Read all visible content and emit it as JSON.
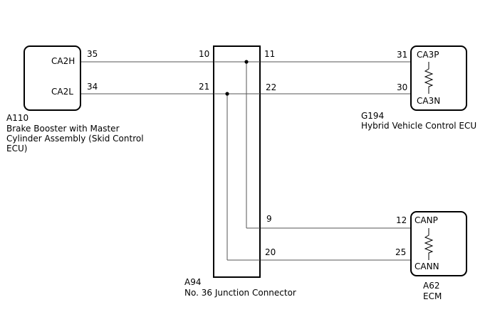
{
  "components": {
    "a110": {
      "code": "A110",
      "name_lines": [
        "Brake Booster with Master",
        "Cylinder Assembly (Skid Control",
        "ECU)"
      ],
      "pins": {
        "high": "CA2H",
        "low": "CA2L"
      },
      "pin_numbers": {
        "high": "35",
        "low": "34"
      }
    },
    "a94": {
      "code": "A94",
      "name": "No. 36 Junction Connector",
      "pin_numbers": {
        "in_high": "10",
        "in_low": "21",
        "out_g194_high": "11",
        "out_g194_low": "22",
        "out_a62_high": "9",
        "out_a62_low": "20"
      }
    },
    "g194": {
      "code": "G194",
      "name": "Hybrid Vehicle Control ECU",
      "pins": {
        "high": "CA3P",
        "low": "CA3N"
      },
      "pin_numbers": {
        "high": "31",
        "low": "30"
      }
    },
    "a62": {
      "code": "A62",
      "name": "ECM",
      "pins": {
        "high": "CANP",
        "low": "CANN"
      },
      "pin_numbers": {
        "high": "12",
        "low": "25"
      }
    }
  },
  "colors": {
    "line": "#000000",
    "wire": "#555555",
    "background": "#ffffff"
  }
}
